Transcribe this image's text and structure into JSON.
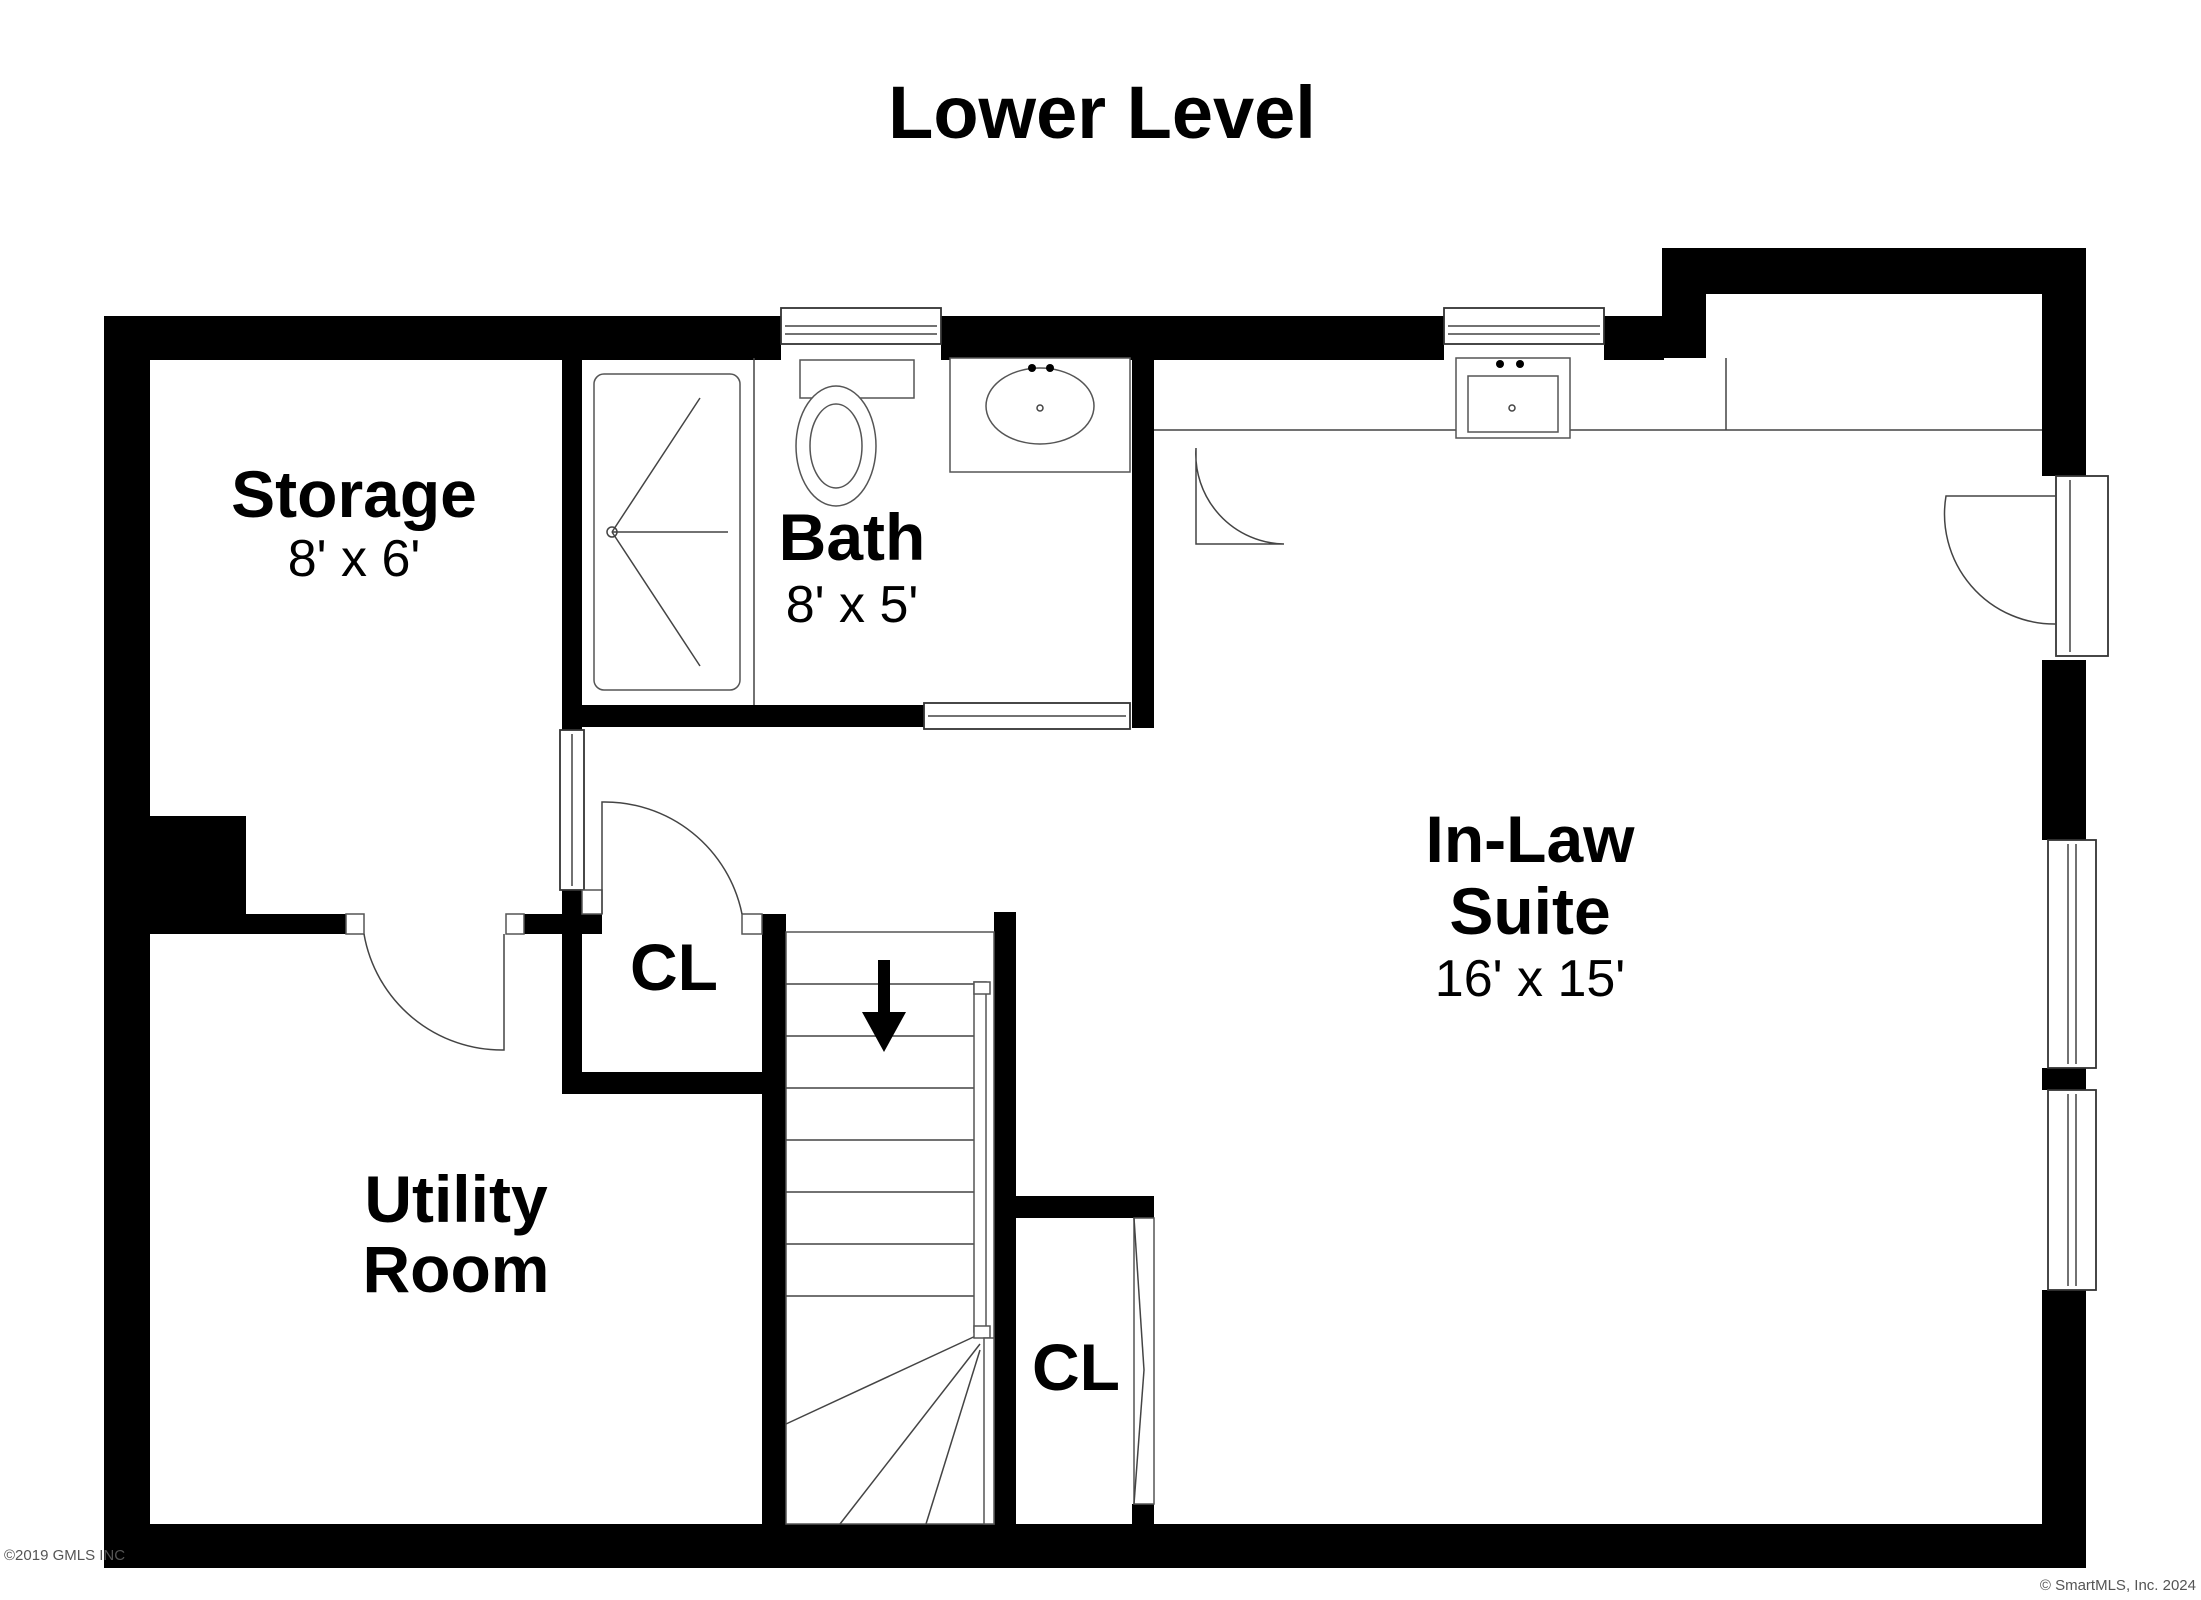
{
  "title": "Lower Level",
  "rooms": {
    "storage": {
      "name": "Storage",
      "size": "8' x 6'"
    },
    "bath": {
      "name": "Bath",
      "size": "8' x 5'"
    },
    "inlaw_line1": "In-Law",
    "inlaw_line2": "Suite",
    "inlaw_size": "16' x 15'",
    "closet_1": "CL",
    "closet_2": "CL",
    "utility_line1": "Utility",
    "utility_line2": "Room"
  },
  "footer": {
    "left": "©2019 GMLS INC",
    "right": "© SmartMLS, Inc.  2024"
  }
}
